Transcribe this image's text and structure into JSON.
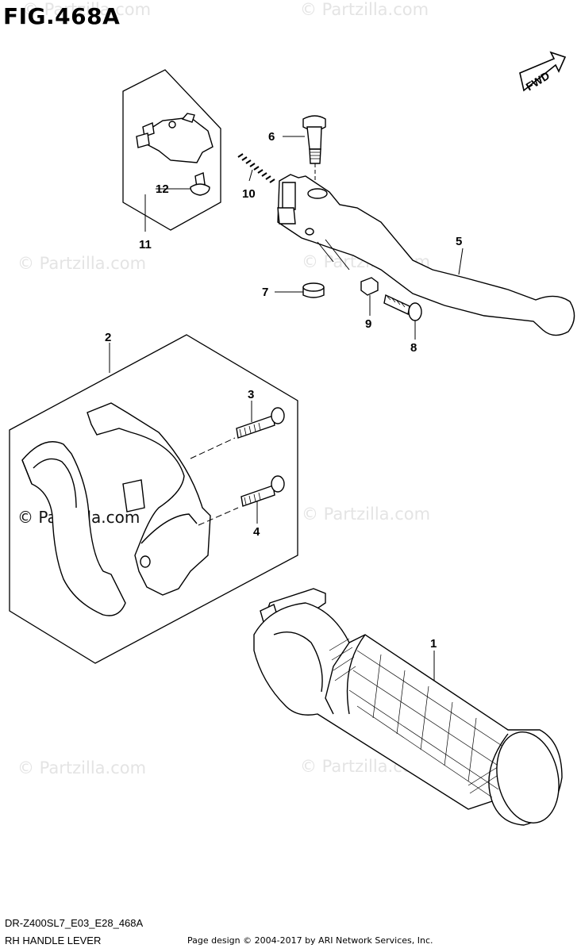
{
  "figure": {
    "title": "FIG.468A",
    "code": "DR-Z400SL7_E03_E28_468A",
    "name": "RH HANDLE LEVER"
  },
  "direction_marker": "FWD",
  "watermarks": {
    "text": "© Partzilla.com"
  },
  "callouts": [
    "1",
    "2",
    "3",
    "4",
    "5",
    "6",
    "7",
    "8",
    "9",
    "10",
    "11",
    "12"
  ],
  "footer": {
    "credit": "Page design © 2004-2017 by ARI Network Services, Inc."
  }
}
